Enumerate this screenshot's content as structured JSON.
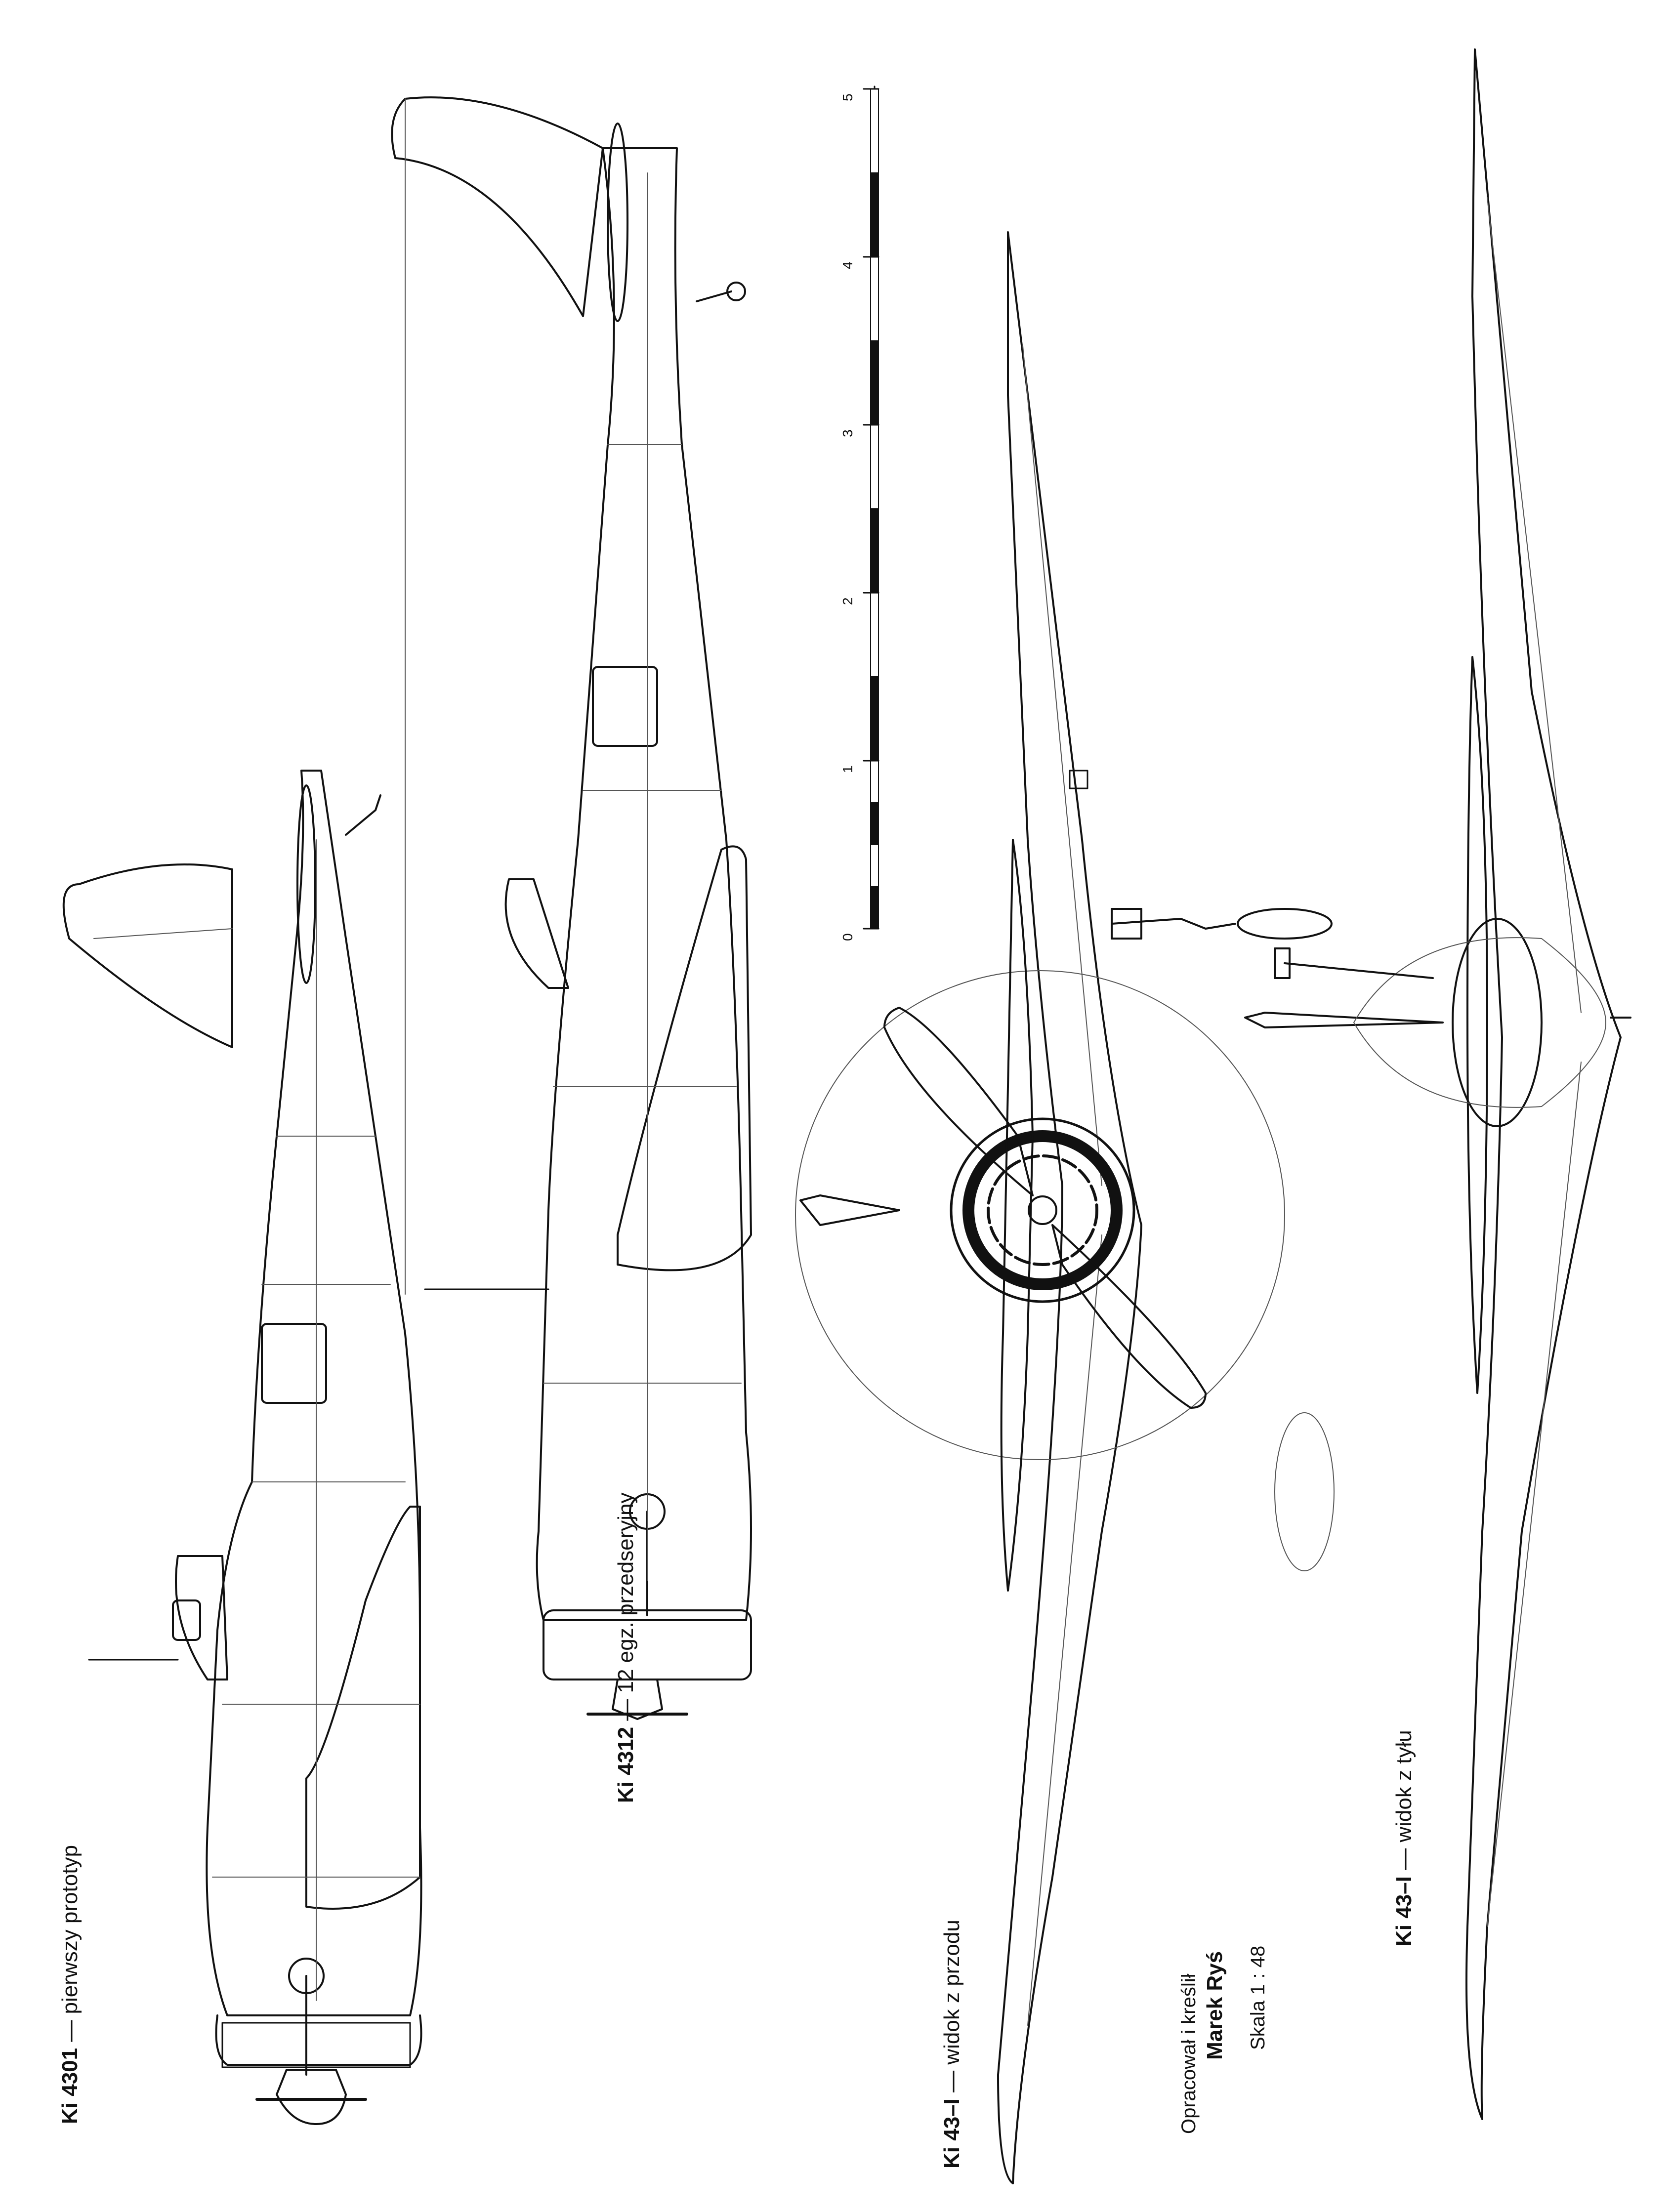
{
  "captions": {
    "ki4301": {
      "code": "Ki 4301",
      "desc": " — pierwszy prototyp"
    },
    "ki4312": {
      "code": "Ki 4312",
      "desc": " — 12 egz. przedseryjny"
    },
    "front": {
      "code": "Ki 43–I",
      "desc": " — widok z przodu"
    },
    "rear": {
      "code": "Ki 43–I",
      "desc": " — widok z tyłu"
    }
  },
  "credit": {
    "line1": "Opracował i kreślił",
    "name": "Marek Ryś",
    "scale": "Skala 1 : 48"
  },
  "scale_bar": {
    "labels": [
      "0",
      "1",
      "2",
      "3",
      "4",
      "5"
    ]
  },
  "colors": {
    "ink": "#111111",
    "fine": "#555555",
    "paper": "#ffffff"
  }
}
